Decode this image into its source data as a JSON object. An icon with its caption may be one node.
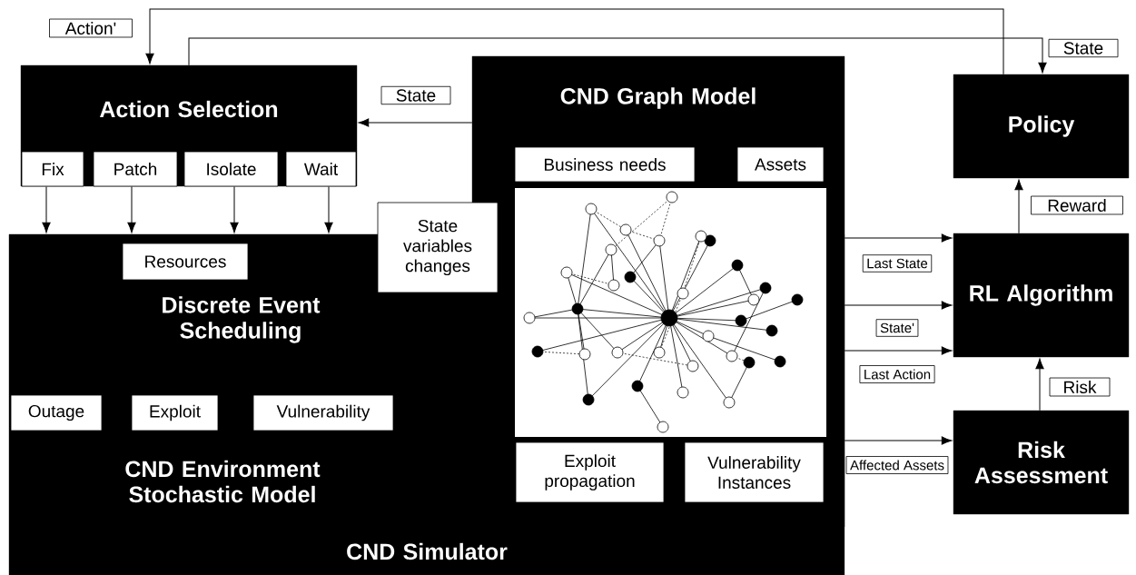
{
  "diagram": {
    "nodes": [
      {
        "text": [
          "Action Selection"
        ]
      },
      {
        "text": [
          "Fix"
        ],
        "in": 0
      },
      {
        "text": [
          "Patch"
        ],
        "in": 0
      },
      {
        "text": [
          "Isolate"
        ],
        "in": 0
      },
      {
        "text": [
          "Wait"
        ],
        "in": 0
      },
      {
        "text": [
          "Discrete Event Scheduling",
          "CND Environment Stochastic Model",
          "CND Simulator"
        ]
      },
      {
        "text": [
          "Resources"
        ],
        "in": 5
      },
      {
        "text": [
          "Outage"
        ],
        "in": 5
      },
      {
        "text": [
          "Exploit"
        ],
        "in": 5
      },
      {
        "text": [
          "Vulnerability"
        ],
        "in": 5
      },
      {
        "text": [
          "State variables changes"
        ]
      },
      {
        "text": [
          "CND Graph Model"
        ]
      },
      {
        "text": [
          "Business needs"
        ],
        "in": 11
      },
      {
        "text": [
          "Assets"
        ],
        "in": 11
      },
      {
        "text": [
          "Exploit propagation"
        ]
      },
      {
        "text": [
          "Vulnerability Instances"
        ]
      },
      {
        "text": [
          "Policy"
        ]
      },
      {
        "text": [
          "RL Algorithm"
        ]
      },
      {
        "text": [
          "Risk Assessment"
        ]
      }
    ],
    "edges": [
      {
        "from": 11,
        "to": 0,
        "arrow": "to",
        "label": "State"
      },
      {
        "from": 16,
        "to": 0,
        "arrow": "to",
        "label": "Action'"
      },
      {
        "from": 0,
        "to": 16,
        "arrow": "to",
        "label": "State"
      },
      {
        "from": 1,
        "to": 5,
        "arrow": "to"
      },
      {
        "from": 2,
        "to": 5,
        "arrow": "to"
      },
      {
        "from": 3,
        "to": 5,
        "arrow": "to"
      },
      {
        "from": 4,
        "to": 5,
        "arrow": "to"
      },
      {
        "from": 11,
        "to": 17,
        "arrow": "to",
        "label": "Last State"
      },
      {
        "from": 11,
        "to": 17,
        "arrow": "to",
        "label": "State'"
      },
      {
        "from": 11,
        "to": 17,
        "arrow": "to",
        "label": "Last Action"
      },
      {
        "from": 11,
        "to": 18,
        "arrow": "to",
        "label": "Affected Assets"
      },
      {
        "from": 17,
        "to": 16,
        "arrow": "to",
        "label": "Reward"
      },
      {
        "from": 18,
        "to": 17,
        "arrow": "to",
        "label": "Risk"
      }
    ]
  }
}
